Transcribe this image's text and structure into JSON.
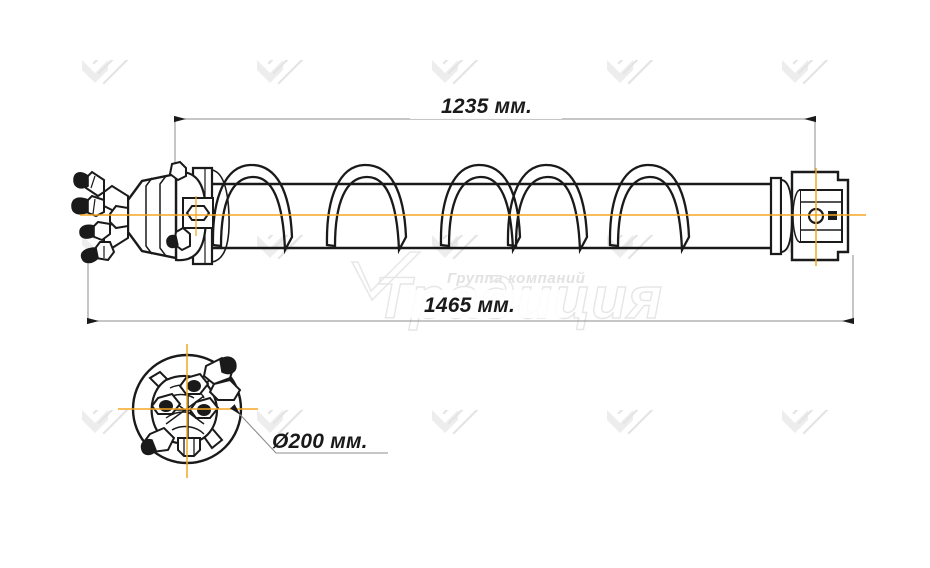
{
  "drawing": {
    "title": "Technical drawing - auger drill with dimensions",
    "background_color": "#ffffff",
    "line_color": "#1a1a1a",
    "centerline_color": "#f5a623",
    "dimension_line_color": "#7a7a7a",
    "watermark_color": "#ebebeb"
  },
  "dimensions": {
    "length_working": "1235 мм.",
    "length_overall": "1465 мм.",
    "diameter": "Ø200 мм."
  },
  "watermark": {
    "brand_sub": "Группа компаний",
    "brand_main": "Традиция",
    "tile_icon": "chevron-stripes-icon"
  },
  "views": {
    "side_view_label": "side-view",
    "front_view_label": "front-view"
  }
}
